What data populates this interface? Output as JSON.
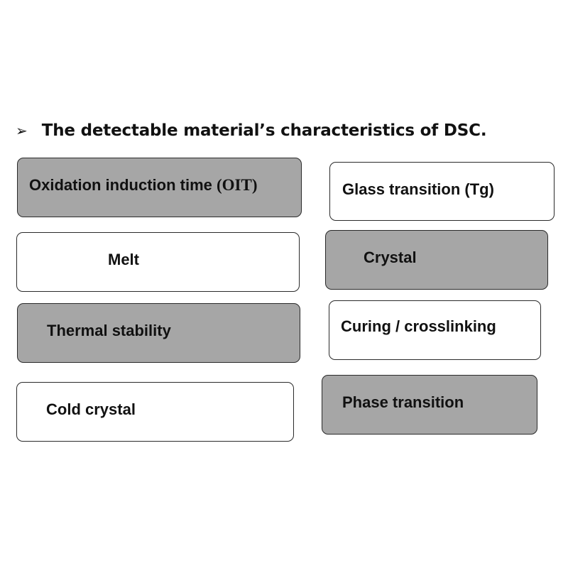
{
  "heading": {
    "bullet": "➢",
    "text": "The detectable material’s characteristics of DSC."
  },
  "boxes": {
    "oit": {
      "label_main": "Oxidation induction time ",
      "label_abbr": "(OIT)"
    },
    "glass_transition": {
      "label": "Glass transition (Tg)"
    },
    "melt": {
      "label": "Melt"
    },
    "crystal": {
      "label": "Crystal"
    },
    "thermal_stability": {
      "label": "Thermal stability"
    },
    "curing": {
      "label": "Curing / crosslinking"
    },
    "cold_crystal": {
      "label": "Cold crystal"
    },
    "phase_transition": {
      "label": "Phase transition"
    }
  },
  "colors": {
    "filled_box": "#a6a6a6",
    "plain_box": "#ffffff",
    "border": "#2a2a2a",
    "text": "#111111"
  }
}
